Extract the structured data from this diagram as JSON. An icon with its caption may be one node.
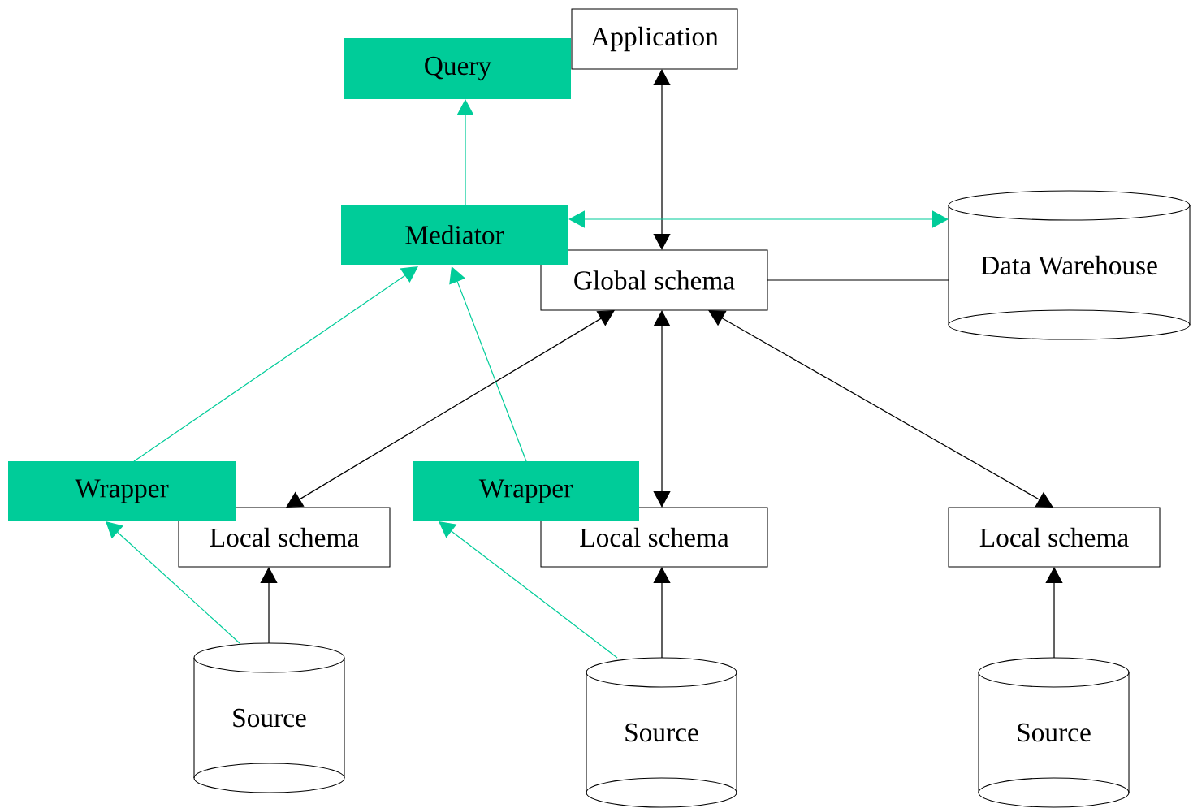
{
  "diagram": {
    "nodes": [
      {
        "text": [
          "Application"
        ]
      },
      {
        "text": [
          "Query"
        ]
      },
      {
        "text": [
          "Mediator"
        ]
      },
      {
        "text": [
          "Global schema"
        ]
      },
      {
        "text": [
          "Data Warehouse"
        ]
      },
      {
        "text": [
          "Wrapper"
        ]
      },
      {
        "text": [
          "Local schema"
        ]
      },
      {
        "text": [
          "Wrapper"
        ]
      },
      {
        "text": [
          "Local schema"
        ]
      },
      {
        "text": [
          "Local schema"
        ]
      },
      {
        "text": [
          "Source"
        ]
      },
      {
        "text": [
          "Source"
        ]
      },
      {
        "text": [
          "Source"
        ]
      }
    ],
    "edges": [
      {
        "from": 0,
        "to": 3,
        "arrow": "both"
      },
      {
        "from": 2,
        "to": 1,
        "arrow": "to",
        "color": "#00cc99"
      },
      {
        "from": 2,
        "to": 4,
        "arrow": "both",
        "color": "#00cc99"
      },
      {
        "from": 3,
        "to": 4,
        "arrow": "none"
      },
      {
        "from": 5,
        "to": 2,
        "arrow": "to",
        "color": "#00cc99"
      },
      {
        "from": 7,
        "to": 2,
        "arrow": "to",
        "color": "#00cc99"
      },
      {
        "from": 3,
        "to": 6,
        "arrow": "both"
      },
      {
        "from": 3,
        "to": 8,
        "arrow": "both"
      },
      {
        "from": 3,
        "to": 9,
        "arrow": "both"
      },
      {
        "from": 10,
        "to": 5,
        "arrow": "to",
        "color": "#00cc99"
      },
      {
        "from": 10,
        "to": 6,
        "arrow": "to"
      },
      {
        "from": 11,
        "to": 7,
        "arrow": "to",
        "color": "#00cc99"
      },
      {
        "from": 11,
        "to": 8,
        "arrow": "to"
      },
      {
        "from": 12,
        "to": 9,
        "arrow": "to"
      }
    ]
  }
}
